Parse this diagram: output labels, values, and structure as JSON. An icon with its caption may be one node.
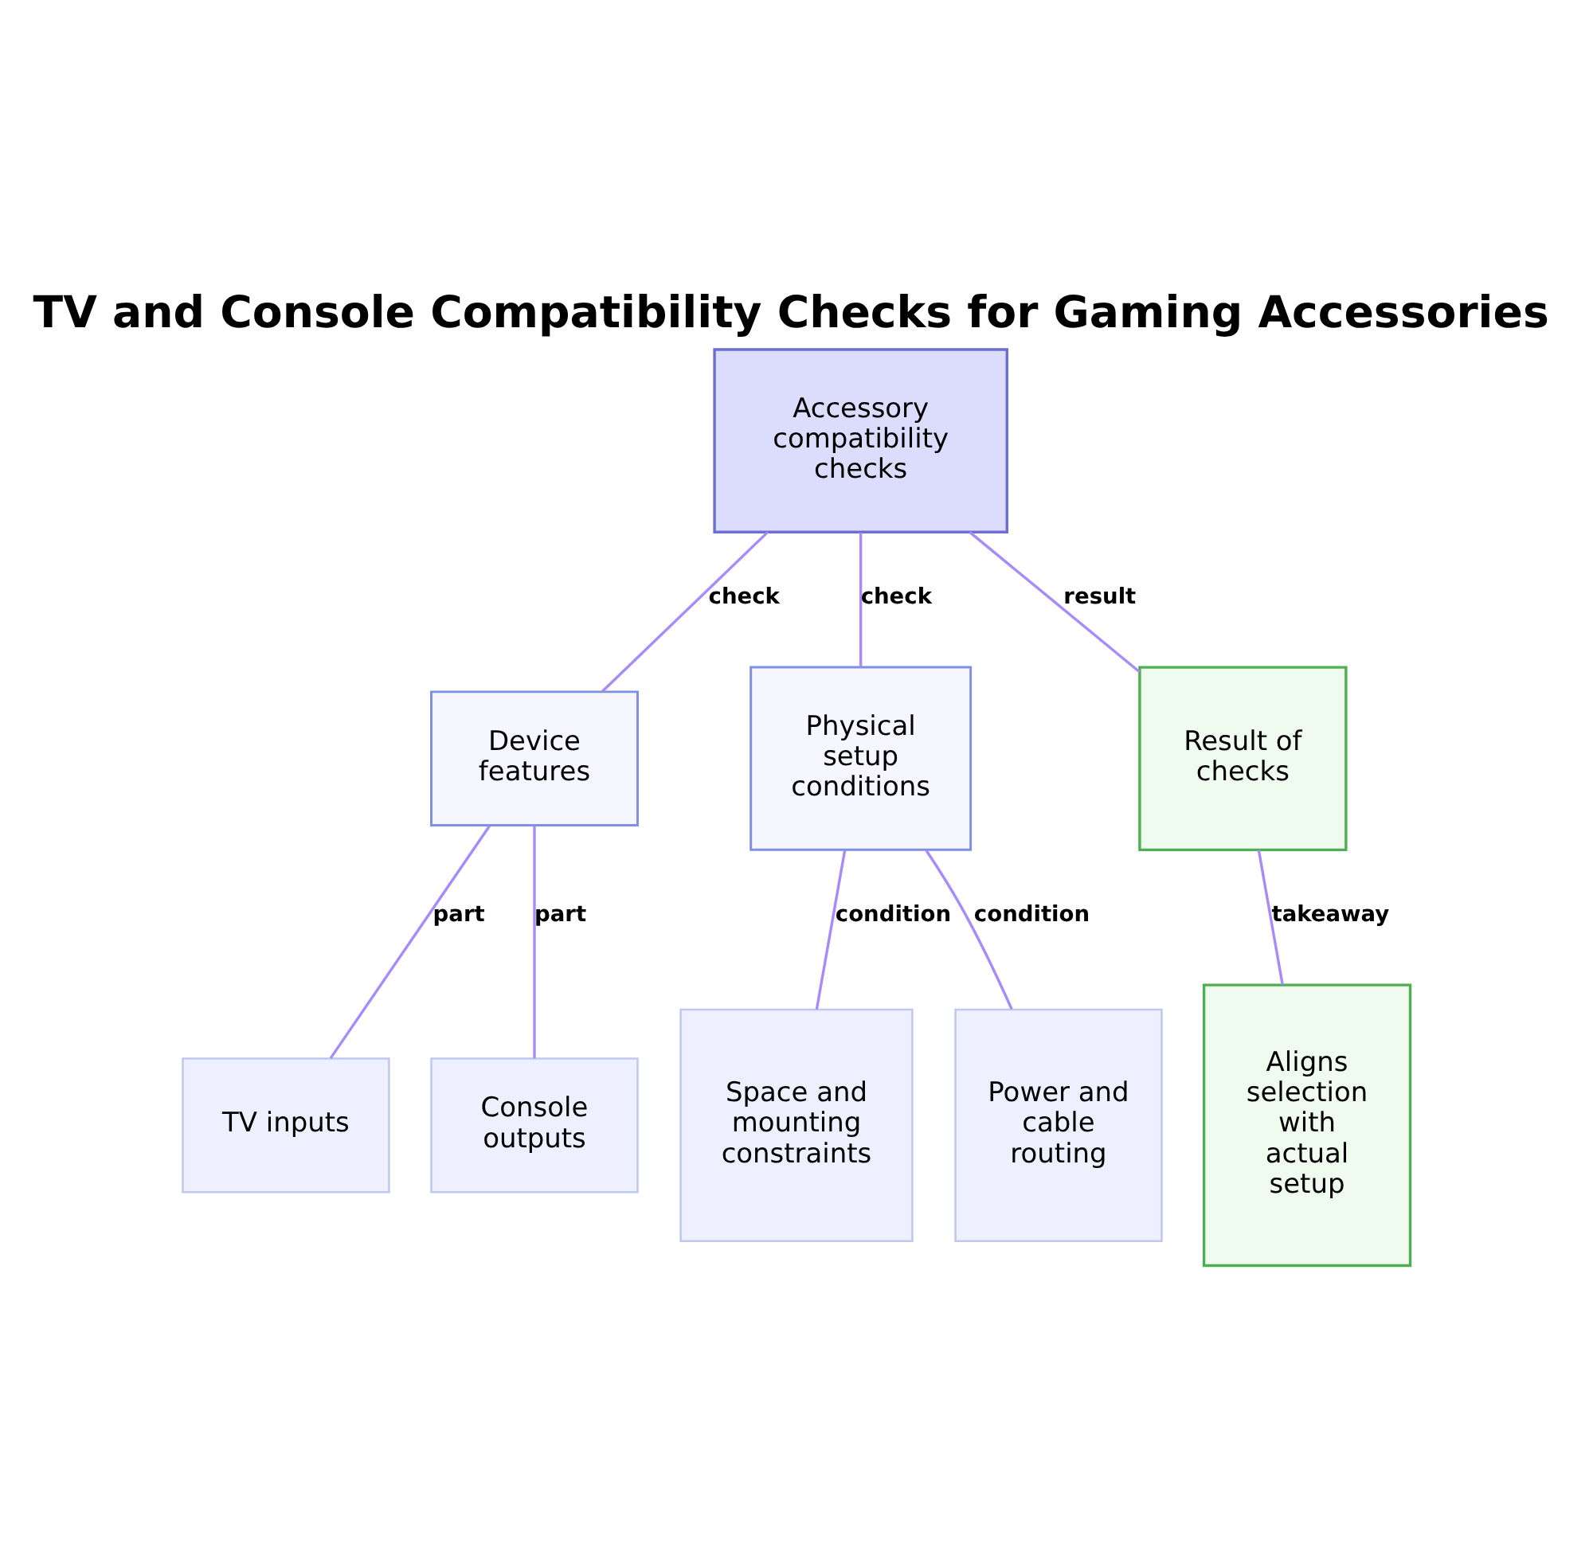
{
  "diagram": {
    "title": "TV and Console Compatibility Checks for Gaming Accessories",
    "nodes": [
      {
        "text": [
          "Accessory compatibility checks"
        ]
      },
      {
        "text": [
          "Device features"
        ]
      },
      {
        "text": [
          "Physical setup conditions"
        ]
      },
      {
        "text": [
          "Result of checks"
        ]
      },
      {
        "text": [
          "TV inputs"
        ]
      },
      {
        "text": [
          "Console outputs"
        ]
      },
      {
        "text": [
          "Space and mounting constraints"
        ]
      },
      {
        "text": [
          "Power and cable routing"
        ]
      },
      {
        "text": [
          "Aligns selection with actual setup"
        ]
      }
    ],
    "edges": [
      {
        "from": 0,
        "to": 1,
        "arrow": "none",
        "label": "check"
      },
      {
        "from": 0,
        "to": 2,
        "arrow": "none",
        "label": "check"
      },
      {
        "from": 0,
        "to": 3,
        "arrow": "none",
        "label": "result"
      },
      {
        "from": 1,
        "to": 4,
        "arrow": "none",
        "label": "part"
      },
      {
        "from": 1,
        "to": 5,
        "arrow": "none",
        "label": "part"
      },
      {
        "from": 2,
        "to": 6,
        "arrow": "none",
        "label": "condition"
      },
      {
        "from": 2,
        "to": 7,
        "arrow": "none",
        "label": "condition"
      },
      {
        "from": 3,
        "to": 8,
        "arrow": "none",
        "label": "takeaway"
      }
    ]
  }
}
